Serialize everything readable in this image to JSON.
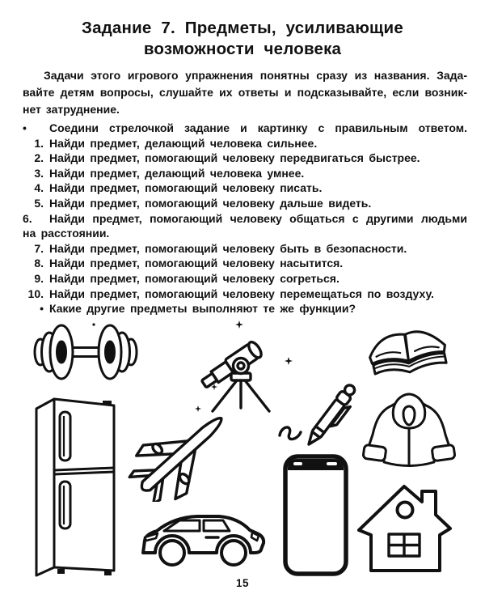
{
  "header": {
    "title_line1": "Задание 7. Предметы, усиливающие",
    "title_line2": "возможности человека"
  },
  "intro": {
    "lines": [
      "Задачи этого игрового упражнения понятны сразу из названия. Зада-",
      "вайте детям вопросы, слушайте их ответы и подсказывайте, если возник-",
      "нет затруднение."
    ]
  },
  "tasks": {
    "lead_bullet": {
      "marker": "•",
      "text": "Соедини стрелочкой задание и картинку с правильным ответом."
    },
    "items": [
      {
        "num": "1.",
        "text": "Найди предмет, делающий человека сильнее."
      },
      {
        "num": "2.",
        "text": "Найди предмет, помогающий человеку передвигаться быстрее."
      },
      {
        "num": "3.",
        "text": "Найди предмет, делающий человека умнее."
      },
      {
        "num": "4.",
        "text": "Найди предмет, помогающий человеку писать."
      },
      {
        "num": "5.",
        "text": "Найди предмет, помогающий человеку дальше видеть."
      },
      {
        "num": "6.",
        "text": "Найди предмет, помогающий человеку общаться с другими людьми",
        "line2": "на расстоянии."
      },
      {
        "num": "7.",
        "text": "Найди предмет, помогающий человеку быть в безопасности."
      },
      {
        "num": "8.",
        "text": "Найди предмет, помогающий человеку насытится."
      },
      {
        "num": "9.",
        "text": "Найди предмет, помогающий человеку согреться."
      },
      {
        "num": "10.",
        "text": "Найди предмет, помогающий человеку перемещаться по воздуху."
      }
    ],
    "tail_bullet": {
      "marker": "•",
      "text": "Какие другие предметы выполняют те же функции?"
    }
  },
  "illustrations": {
    "items": [
      "dumbbell",
      "telescope",
      "open-book",
      "pen",
      "fur-coat",
      "refrigerator",
      "airplane",
      "car",
      "smartphone",
      "house"
    ]
  },
  "footer": {
    "page_number": "15"
  },
  "colors": {
    "ink": "#111111",
    "paper": "#ffffff"
  }
}
